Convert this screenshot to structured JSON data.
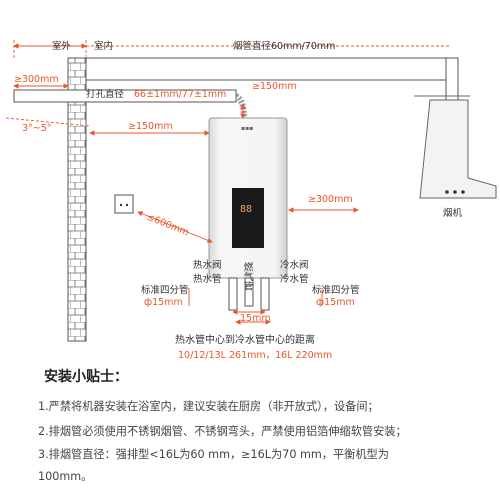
{
  "diagram": {
    "outdoor": "室外",
    "indoor": "室内",
    "flue_diameter": "烟管直径60mm/70mm",
    "hole_diameter_label": "打孔直径",
    "hole_diameter_value": "66±1mm/77±1mm",
    "dist_300_left": "≥300mm",
    "dist_150_top": "≥150mm",
    "slope": "3°~5°",
    "dist_150_left": "≥150mm",
    "dist_300_right": "≥300mm",
    "dist_600": "≤600mm",
    "range_hood": "烟机",
    "hot_valve": "热水阀",
    "hot_pipe": "热水管",
    "gas_pipe": "燃气管",
    "cold_valve": "冷水阀",
    "cold_pipe": "冷水管",
    "std_pipe_left": "标准四分管",
    "std_pipe_left_size": "ф15mm",
    "std_pipe_right": "标准四分管",
    "std_pipe_right_size": "ф15mm",
    "dist_15": "15mm",
    "center_distance": "热水管中心到冷水管中心的距离",
    "center_distance_values": "10/12/13L 261mm，16L 220mm",
    "heater_display": "88",
    "heater_brand": "▪▪▪",
    "colors": {
      "accent": "#e8572a",
      "dark": "#333333"
    }
  },
  "tips": {
    "title": "安装小贴士：",
    "item1": "1.严禁将机器安装在浴室内，建议安装在厨房（非开放式），设备间；",
    "item2": "2.排烟管必须使用不锈钢烟管、不锈钢弯头，严禁使用铝箔伸缩软管安装；",
    "item3a": "3.排烟管直径：强排型<16L为60 mm，≥16L为70 mm，平衡机型为",
    "item3b": "100mm。"
  }
}
